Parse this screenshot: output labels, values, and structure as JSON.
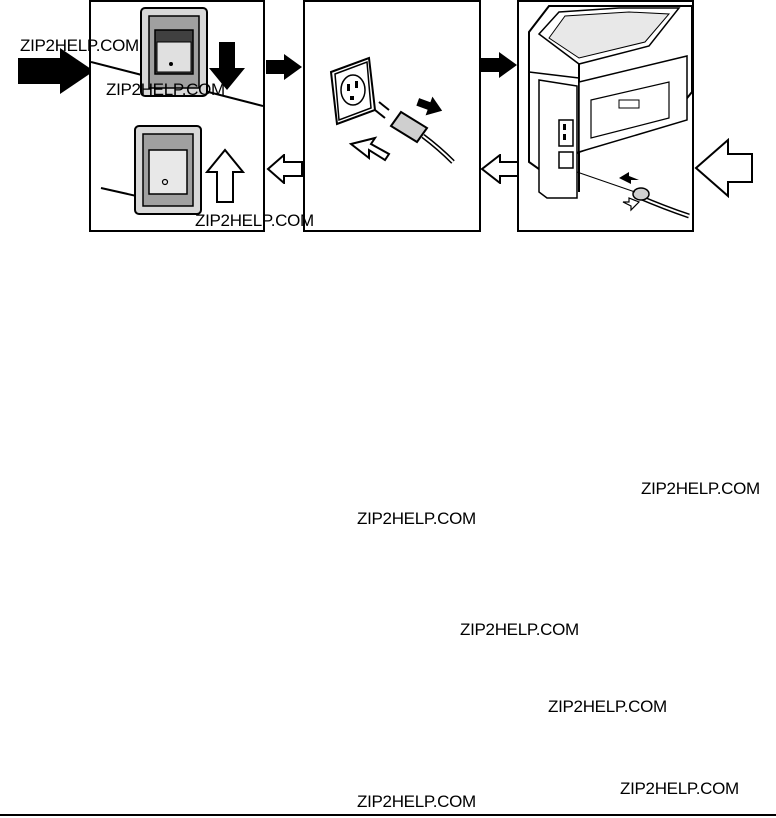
{
  "illustration": {
    "panels": [
      {
        "name": "power-switch",
        "steps": [
          "switch-off",
          "switch-on"
        ]
      },
      {
        "name": "wall-socket",
        "steps": [
          "unplug",
          "plug-in"
        ]
      },
      {
        "name": "printer-rear",
        "steps": [
          "disconnect-cord",
          "connect-cord"
        ]
      }
    ],
    "flow_forward": "solid-black-arrows",
    "flow_return": "outlined-arrows"
  },
  "watermarks": [
    "ZIP2HELP.COM",
    "ZIP2HELP.COM",
    "ZIP2HELP.COM",
    "ZIP2HELP.COM",
    "ZIP2HELP.COM",
    "ZIP2HELP.COM",
    "ZIP2HELP.COM",
    "ZIP2HELP.COM",
    "ZIP2HELP.COM"
  ],
  "colors": {
    "ink": "#000000",
    "paper": "#ffffff",
    "shade": "#a0a0a0"
  }
}
